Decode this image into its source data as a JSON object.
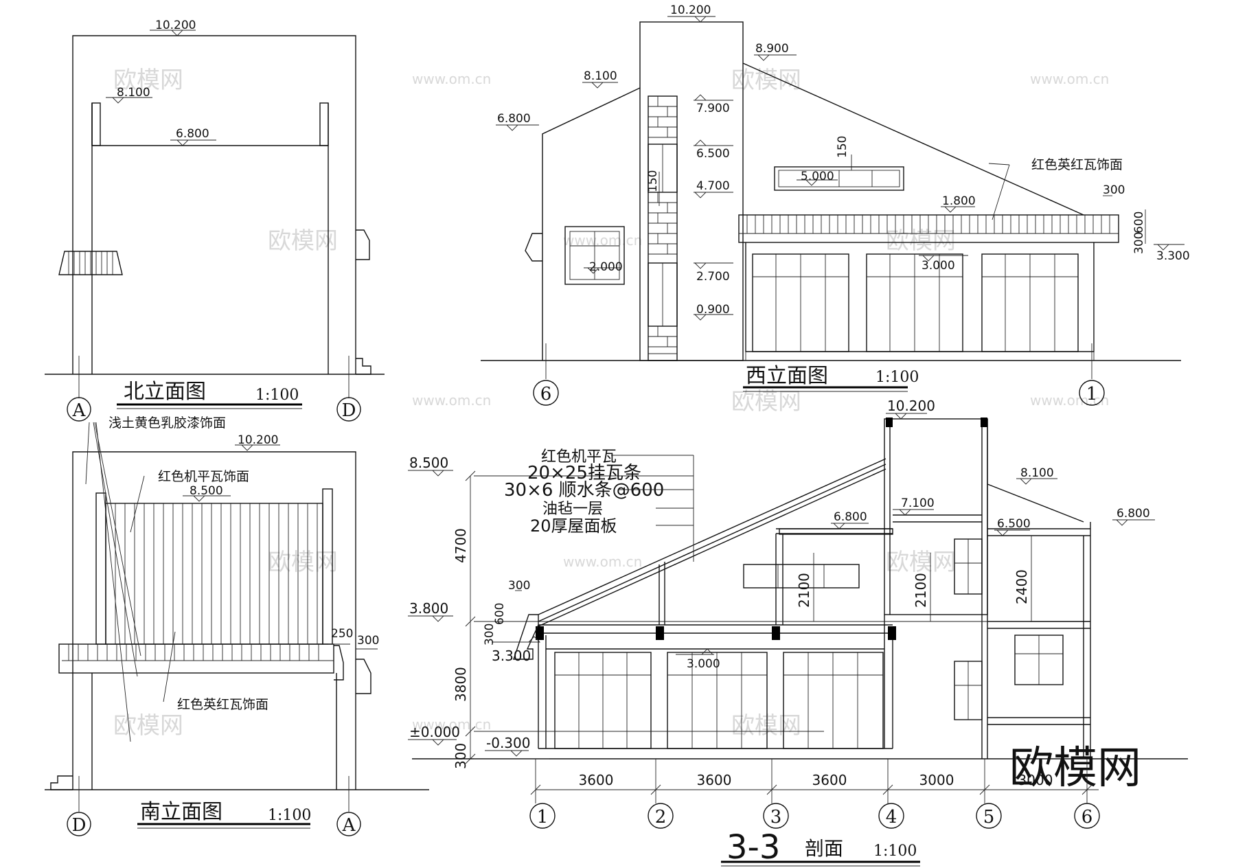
{
  "watermark": {
    "brand": "欧模网",
    "url": "www.om.cn"
  },
  "north": {
    "title": "北立面图",
    "scale": "1:100",
    "levels": {
      "top": "10.200",
      "parapet": "8.100",
      "roof": "6.800"
    },
    "axes": [
      "A",
      "D"
    ]
  },
  "south": {
    "title": "南立面图",
    "scale": "1:100",
    "levels": {
      "top": "10.200",
      "roof": "8.500"
    },
    "notes": {
      "wall": "浅土黄色乳胶漆饰面",
      "roof_tile": "红色机平瓦饰面",
      "eave_tile": "红色英红瓦饰面"
    },
    "dims": {
      "d250": "250",
      "d300": "300"
    },
    "axes": [
      "D",
      "A"
    ]
  },
  "west": {
    "title": "西立面图",
    "scale": "1:100",
    "levels": {
      "top": "10.200",
      "l8900": "8.900",
      "l8100": "8.100",
      "l6800": "6.800",
      "l7900": "7.900",
      "l6500": "6.500",
      "l4700": "4.700",
      "l2700": "2.700",
      "l0900": "0.900",
      "l5000": "5.000",
      "l2000": "2.000",
      "l1800": "1.800",
      "l3000": "3.000",
      "l3300": "3.300"
    },
    "dims": {
      "d150a": "150",
      "d150b": "150",
      "d300": "300",
      "d600": "600",
      "d300b": "300"
    },
    "note": "红色英红瓦饰面",
    "axes": [
      "6",
      "1"
    ]
  },
  "section": {
    "title": "3-3",
    "title_suffix": "剖面",
    "scale": "1:100",
    "layers": [
      "红色机平瓦",
      "20×25挂瓦条",
      "30×6 顺水条@600",
      "油毡一层",
      "20厚屋面板"
    ],
    "levels": {
      "l8500": "8.500",
      "l3800": "3.800",
      "l0000": "±0.000",
      "lm0300": "-0.300",
      "l3300": "3.300",
      "l3000": "3.000",
      "l10200": "10.200",
      "l6800a": "6.800",
      "l7100": "7.100",
      "l8100": "8.100",
      "l6500": "6.500",
      "l6800b": "6.800"
    },
    "vdims": {
      "d4700": "4700",
      "d3800": "3800",
      "d300": "300",
      "d2100a": "2100",
      "d2100b": "2100",
      "d2400": "2400",
      "d300a": "300",
      "d300b": "300",
      "d600": "600"
    },
    "spans": [
      "3600",
      "3600",
      "3600",
      "3000",
      "3000"
    ],
    "axes": [
      "1",
      "2",
      "3",
      "4",
      "5",
      "6"
    ]
  }
}
